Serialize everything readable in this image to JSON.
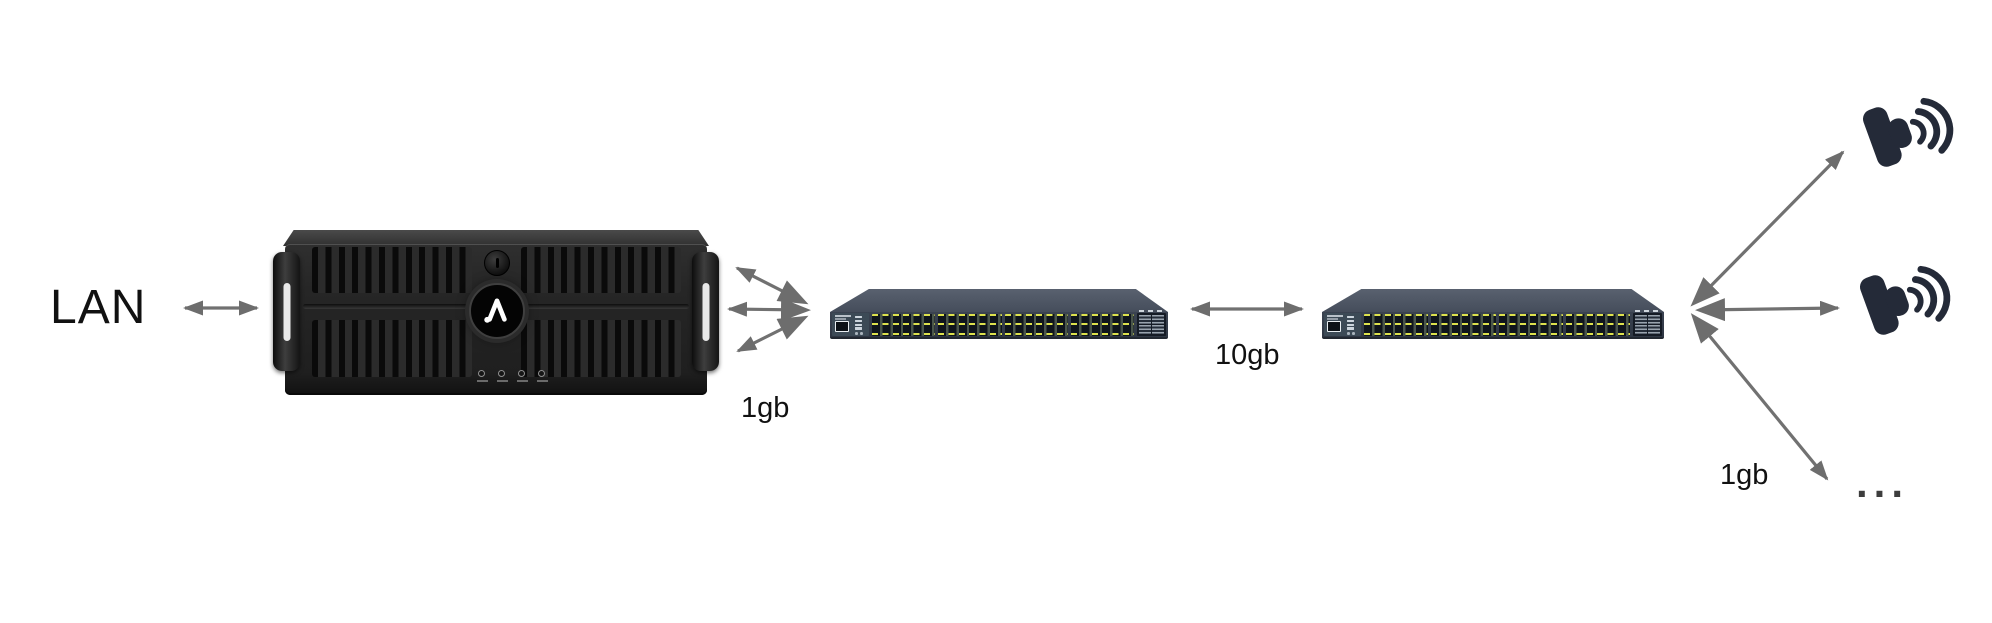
{
  "labels": {
    "lan": "LAN",
    "server_to_switch_link": "1gb",
    "switch_to_switch_link": "10gb",
    "switch_to_cameras_link": "1gb",
    "more_cameras": "..."
  },
  "devices": {
    "server": "rackmount-video-server",
    "switch_1": "48-port-network-switch",
    "switch_2": "48-port-network-switch",
    "camera_1": "wireless-security-camera",
    "camera_2": "wireless-security-camera"
  },
  "colors": {
    "background": "#ffffff",
    "arrow": "#6f6f6f",
    "label_text": "#111111",
    "server_body": "#242424",
    "switch_body": "#37404d",
    "switch_top": "#4e5664",
    "port_led_yellow": "#dde24d",
    "camera_icon": "#242a38"
  }
}
